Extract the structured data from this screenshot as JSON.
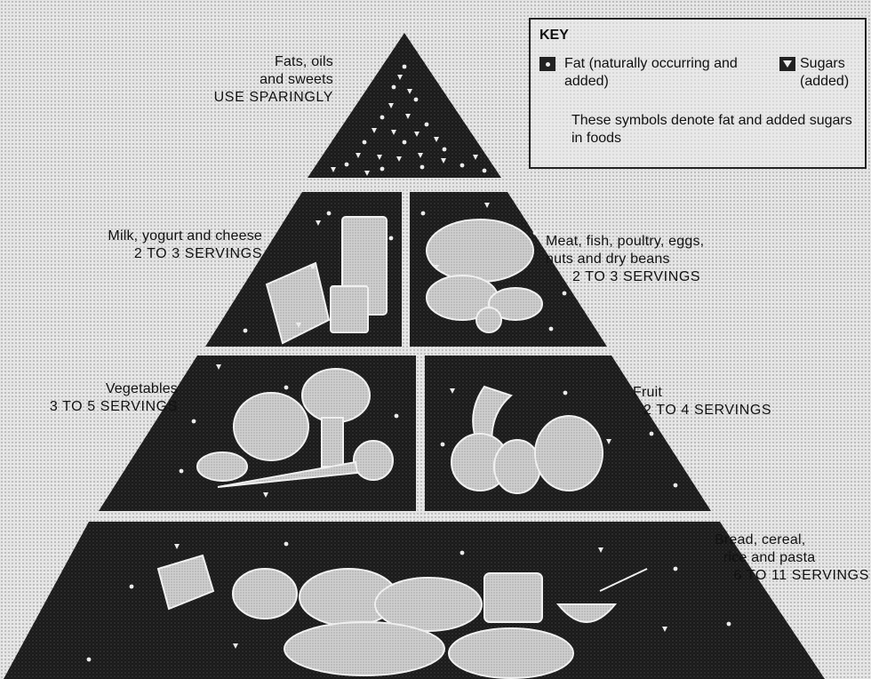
{
  "key": {
    "title": "KEY",
    "fat_label": "Fat (naturally occurring and added)",
    "sugar_label": "Sugars (added)",
    "note": "These symbols denote fat and added sugars in foods"
  },
  "tiers": {
    "top": {
      "name": "Fats, oils and sweets",
      "name_line1": "Fats, oils",
      "name_line2": "and sweets",
      "servings": "USE SPARINGLY"
    },
    "milk": {
      "name": "Milk, yogurt and cheese",
      "servings": "2 TO 3 SERVINGS"
    },
    "meat": {
      "name_line1": "Meat, fish, poultry, eggs,",
      "name_line2": "nuts and dry beans",
      "servings": "2 TO 3 SERVINGS"
    },
    "vegetables": {
      "name": "Vegetables",
      "servings": "3 TO 5 SERVINGS"
    },
    "fruit": {
      "name": "Fruit",
      "servings": "2 TO 4 SERVINGS"
    },
    "bread": {
      "name_line1": "Bread, cereal,",
      "name_line2": "rice and pasta",
      "servings": "6 TO 11 SERVINGS"
    }
  },
  "colors": {
    "panel": "#1a1a1a",
    "food": "#cfcfcf",
    "symbol": "#ececec"
  },
  "icons": [
    "fat-dot-icon",
    "sugar-triangle-icon"
  ]
}
